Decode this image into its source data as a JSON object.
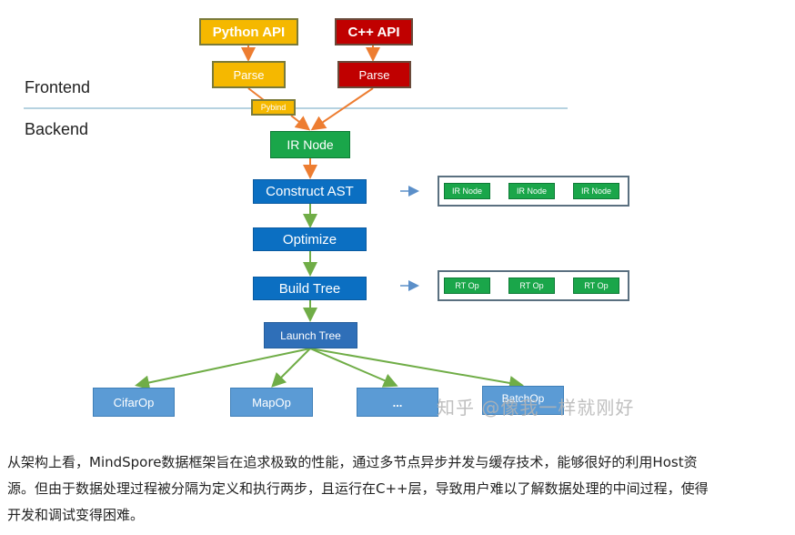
{
  "diagram": {
    "sections": {
      "frontend": "Frontend",
      "backend": "Backend"
    },
    "nodes": {
      "python_api": "Python API",
      "cpp_api": "C++ API",
      "parse_python": "Parse",
      "parse_cpp": "Parse",
      "pybind": "Pybind",
      "ir_node": "IR Node",
      "construct_ast": "Construct AST",
      "optimize": "Optimize",
      "build_tree": "Build Tree",
      "launch_tree": "Launch Tree",
      "leaves": [
        "CifarOp",
        "MapOp",
        "...",
        "BatchOp"
      ]
    },
    "ir_chain": [
      "IR Node",
      "IR Node",
      "IR Node"
    ],
    "rt_chain": [
      "RT Op",
      "RT Op",
      "RT Op"
    ],
    "colors": {
      "yellow": "#f5b800",
      "red": "#c00000",
      "green": "#1aa64a",
      "blue": "#0b6fc2",
      "orange_arrow": "#ed7d31",
      "green_arrow": "#70ad47",
      "divider": "#9dc3d6"
    }
  },
  "watermark": "知乎 @像我一样就刚好",
  "paragraph": {
    "line1": "从架构上看，MindSpore数据框架旨在追求极致的性能，通过多节点异步并发与缓存技术，能够很好的利用Host资",
    "line2": "源。但由于数据处理过程被分隔为定义和执行两步，且运行在C++层，导致用户难以了解数据处理的中间过程，使得",
    "line3": "开发和调试变得困难。"
  }
}
